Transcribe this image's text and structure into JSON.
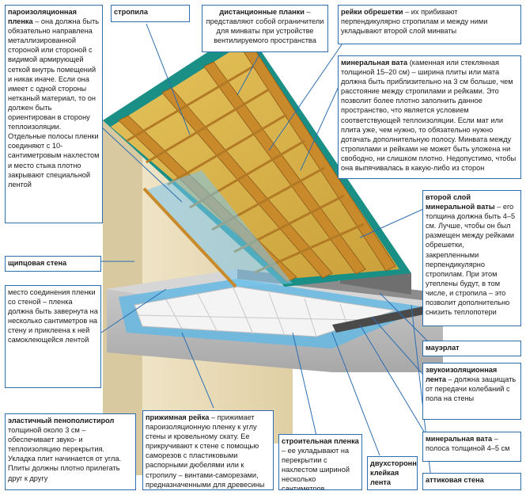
{
  "colors": {
    "frame_border": "#2c6db0",
    "leader_line": "#2c6db0",
    "roof_membrane": "#1a8f86",
    "mineral_wool": "#d9b04a",
    "timber": "#c98a2c",
    "vapor_barrier": "#5bb4e6",
    "gable_wall": "#e7d9b5",
    "floor_slab": "#bfbfbf"
  },
  "labels": {
    "vapor_barrier": {
      "title": "пароизоляционная пленка",
      "text": "– она должна быть обязательно направлена металлизированной стороной или стороной с видимой армирующей сеткой внутрь помещений и никак иначе. Если она имеет с одной стороны нетканый материал, то он должен быть ориентирован в сторону теплоизоляции. Отдельные полосы пленки соединяют с 10-сантиметровым нахлестом и место стыка плотно закрывают специальной лентой"
    },
    "rafters": {
      "title": "стропила",
      "text": ""
    },
    "spacer_strips": {
      "title": "дистанционные планки",
      "text": "– представляют собой ограничители для минваты при устройстве вентилируемого пространства"
    },
    "battens": {
      "title": "рейки обрешетки",
      "text": "– их прибивают перпендикулярно стропилам и между ними укладывают второй слой минваты"
    },
    "mineral_wool": {
      "title": "минеральная вата",
      "text": "(каменная или стеклянная толщиной 15–20 см) – ширина плиты или мата должна быть приблизительно на 3 см больше, чем расстояние между стропилами и рейками. Это позволит более плотно заполнить данное пространство, что является условием соответствующей теплоизоляции. Если мат или плита уже, чем нужно, то обязательно нужно дотачать дополнительную полосу. Минвата между стропилами и рейками не может быть уложена ни свободно, ни слишком плотно. Недопустимо, чтобы она выпячивалась в какую-либо из сторон"
    },
    "gable_wall": {
      "title": "щипцовая стена",
      "text": ""
    },
    "second_layer": {
      "title": "второй слой минеральной ваты",
      "text": "– его толщина должна быть 4–5 см. Лучше, чтобы он был размещен между рейками обрешетки, закрепленными перпендикулярно стропилам. При этом утеплены будут, в том числе, и стропила – это позволит дополнительно снизить теплопотери"
    },
    "film_wall_joint": {
      "title": "",
      "text": "место соединения пленки со стеной – пленка должна быть завернута на несколько сантиметров на стену и приклеена к ней самоклеющейся лентой"
    },
    "wall_plate": {
      "title": "мауэрлат",
      "text": ""
    },
    "acoustic_tape": {
      "title": "звукоизоляционная лента",
      "text": "– должна защищать от передачи колебаний с пола на стены"
    },
    "elastic_foam": {
      "title": "эластичный пенополистирол",
      "text": "толщиной около 3 см – обеспечивает звуко- и теплоизоляцию перекрытия. Укладка плит начинается от угла. Плиты должны плотно прилегать друг к другу"
    },
    "clamp_strip": {
      "title": "прижимная рейка",
      "text": "– прижимает пароизоляционную пленку к углу стены и кровельному скату. Ее прикручивают к стене с помощью саморезов с пластиковыми распорными дюбелями или к стропилу – винтами-саморезами, предназначенными для древесины"
    },
    "building_film": {
      "title": "строительная пленка",
      "text": "– ее укладывают на перекрытии с нахлестом шириной несколько сантиметров"
    },
    "double_tape": {
      "title": "двухсторонняя клейкая лента",
      "text": ""
    },
    "wool_strip": {
      "title": "минеральная вата",
      "text": "– полоса толщиной 4–5 см"
    },
    "attic_wall": {
      "title": "аттиковая стена",
      "text": ""
    }
  }
}
